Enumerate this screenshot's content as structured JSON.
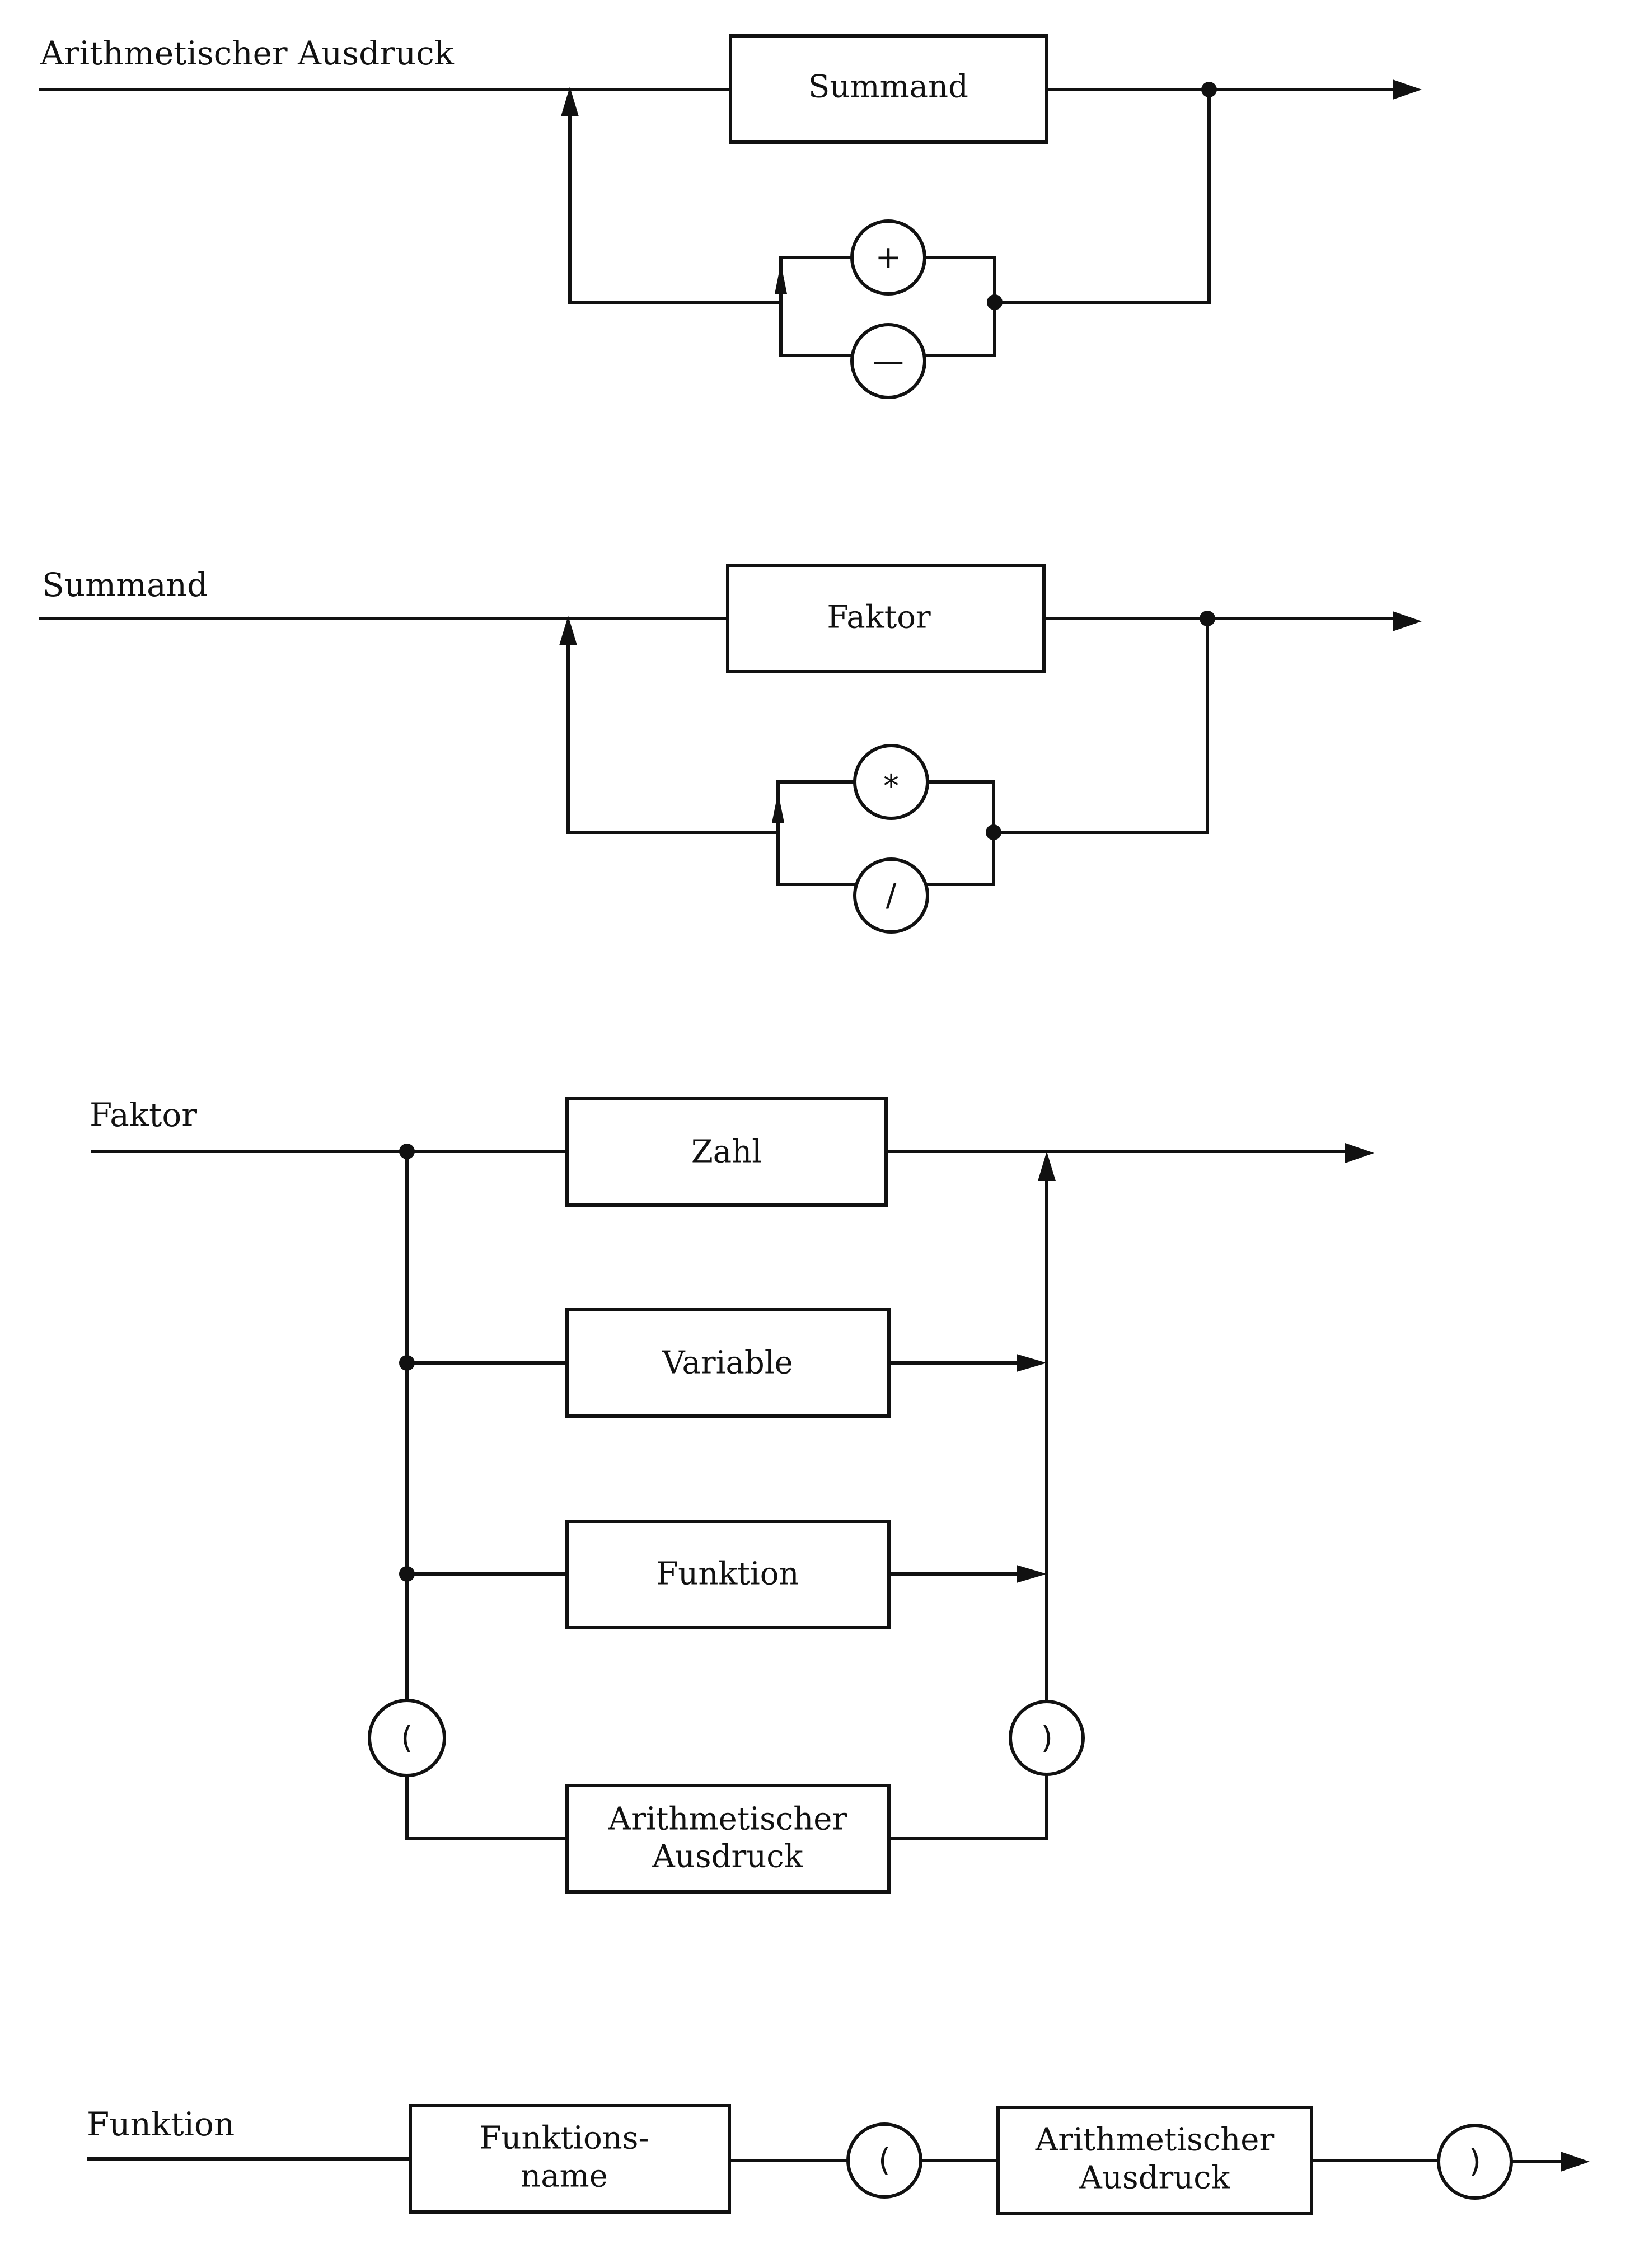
{
  "diagrams": {
    "arith": {
      "title": "Arithmetischer Ausdruck",
      "box": "Summand",
      "op_plus": "+",
      "op_minus": "—"
    },
    "summand": {
      "title": "Summand",
      "box": "Faktor",
      "op_mul": "*",
      "op_div": "/"
    },
    "faktor": {
      "title": "Faktor",
      "box_zahl": "Zahl",
      "box_variable": "Variable",
      "box_funktion": "Funktion",
      "paren_open": "(",
      "paren_close": ")",
      "box_arith_line1": "Arithmetischer",
      "box_arith_line2": "Ausdruck"
    },
    "funktion": {
      "title": "Funktion",
      "box_name_line1": "Funktions-",
      "box_name_line2": "name",
      "paren_open": "(",
      "box_arith_line1": "Arithmetischer",
      "box_arith_line2": "Ausdruck",
      "paren_close": ")"
    }
  }
}
